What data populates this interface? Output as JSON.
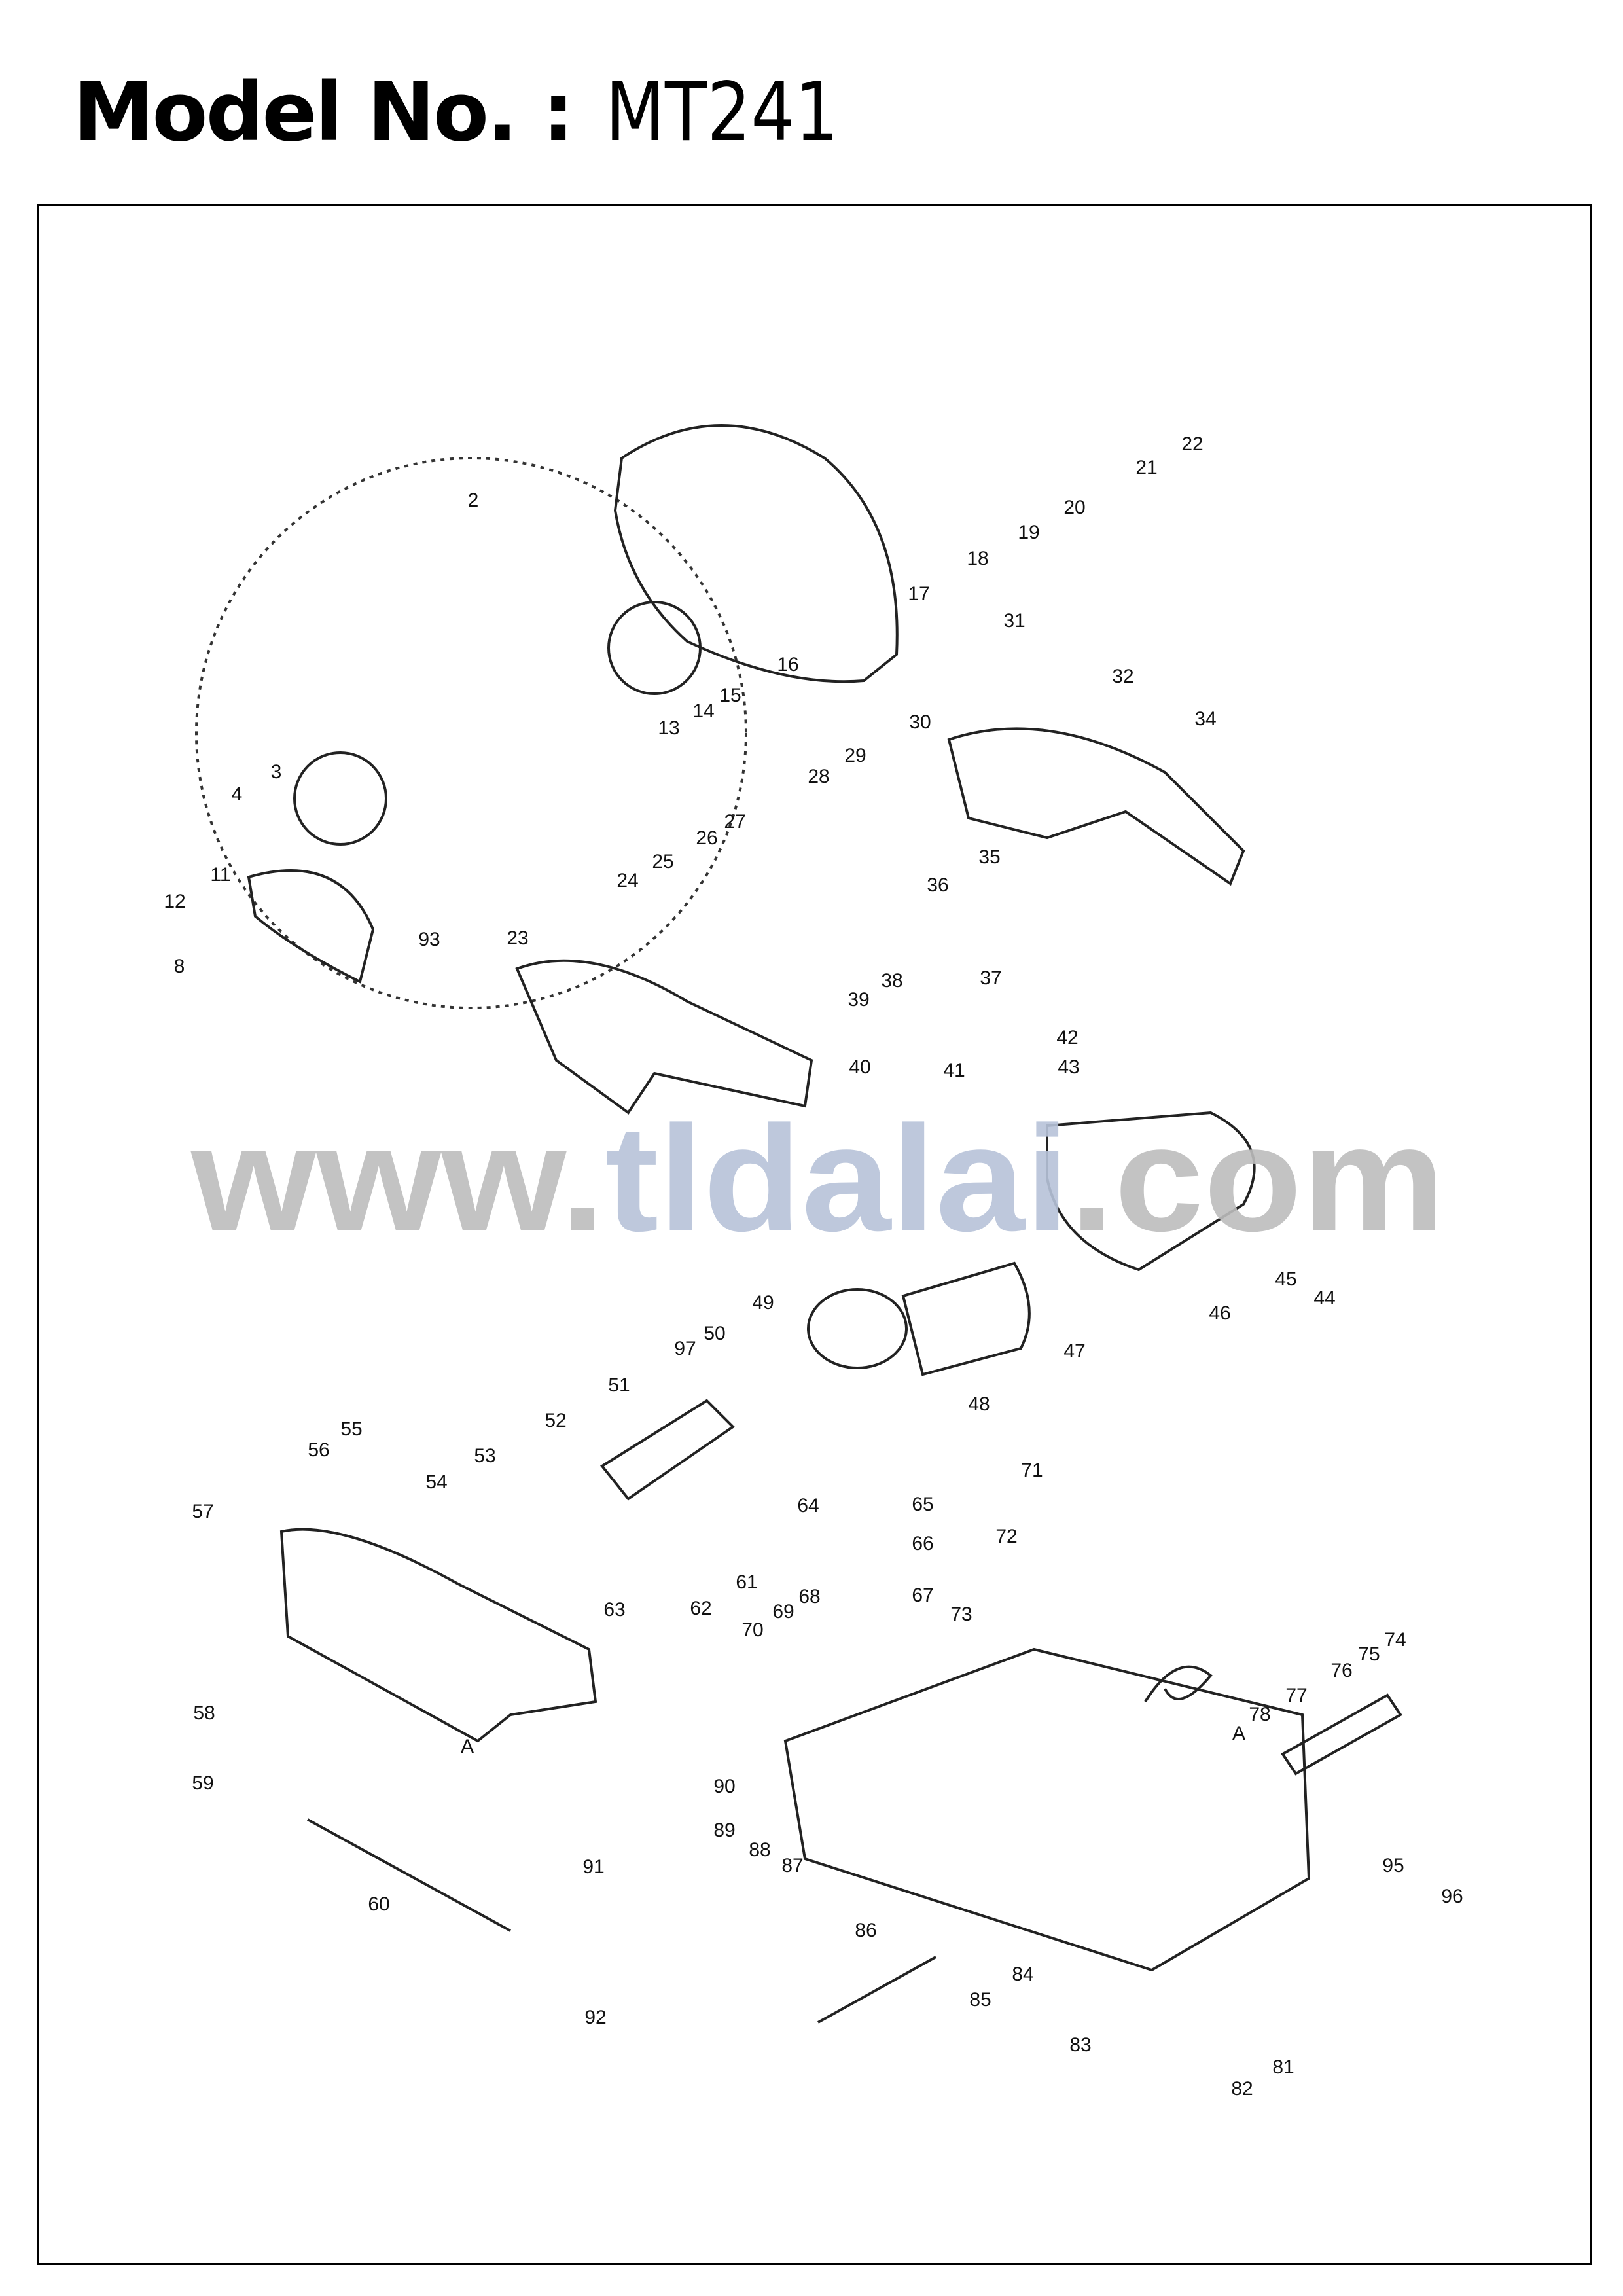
{
  "header": {
    "label": "Model No. :",
    "model": "MT241"
  },
  "watermark": {
    "prefix": "www.",
    "brand": "tldalai",
    "suffix": ".com",
    "gray": "#bdbdbd",
    "blue": "#b7c3d9"
  },
  "diagram": {
    "title": "Exploded parts diagram",
    "part_labels": [
      "2",
      "22",
      "21",
      "20",
      "19",
      "18",
      "17",
      "16",
      "15",
      "14",
      "13",
      "31",
      "32",
      "34",
      "30",
      "29",
      "28",
      "27",
      "26",
      "25",
      "24",
      "35",
      "36",
      "37",
      "3",
      "4",
      "11",
      "12",
      "93",
      "8",
      "23",
      "38",
      "39",
      "40",
      "42",
      "43",
      "41",
      "45",
      "44",
      "46",
      "49",
      "50",
      "97",
      "47",
      "48",
      "51",
      "52",
      "55",
      "56",
      "53",
      "54",
      "57",
      "64",
      "65",
      "66",
      "71",
      "72",
      "73",
      "61",
      "62",
      "63",
      "68",
      "69",
      "67",
      "70",
      "74",
      "75",
      "76",
      "77",
      "78",
      "A",
      "A",
      "58",
      "59",
      "60",
      "90",
      "91",
      "89",
      "88",
      "87",
      "86",
      "95",
      "96",
      "84",
      "85",
      "92",
      "83",
      "81",
      "82"
    ]
  }
}
